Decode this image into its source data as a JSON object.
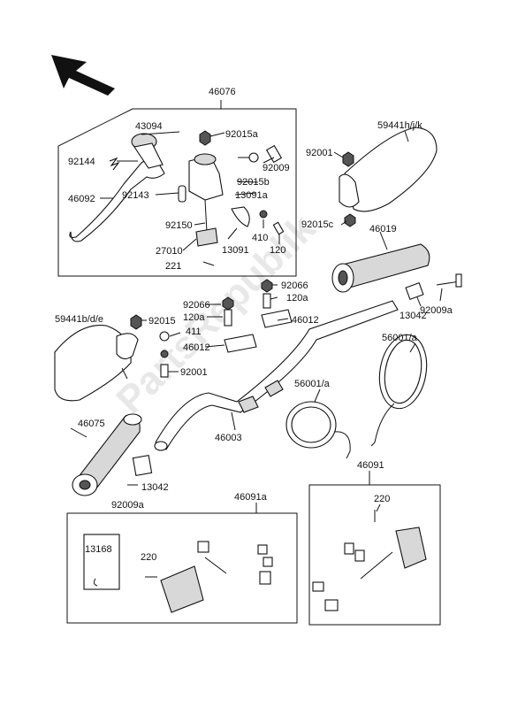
{
  "watermark": "PartsRepublik",
  "labels": {
    "l46076": "46076",
    "l43094": "43094",
    "l92015a": "92015a",
    "l92144": "92144",
    "l92009": "92009",
    "l92015b": "92015b",
    "l13091a": "13091a",
    "l92143": "92143",
    "l46092": "46092",
    "l92150": "92150",
    "l410": "410",
    "l13091": "13091",
    "l120": "120",
    "l27010": "27010",
    "l221": "221",
    "l59441hjk": "59441h/j/k",
    "l92001top": "92001",
    "l92015c": "92015c",
    "l46019": "46019",
    "l92066r": "92066",
    "l120a_r": "120a",
    "l46012r": "46012",
    "l13042r": "13042",
    "l92009a_r": "92009a",
    "l59441bde": "59441b/d/e",
    "l92015": "92015",
    "l92066l": "92066",
    "l120a_l": "120a",
    "l411": "411",
    "l46012l": "46012",
    "l92001": "92001",
    "l56001a_r": "56001/a",
    "l56001a_m": "56001/a",
    "l46075": "46075",
    "l46003": "46003",
    "l13042l": "13042",
    "l92009a_l": "92009a",
    "l46091": "46091",
    "l46091a": "46091a",
    "l220r": "220",
    "l13168": "13168",
    "l220l": "220"
  }
}
